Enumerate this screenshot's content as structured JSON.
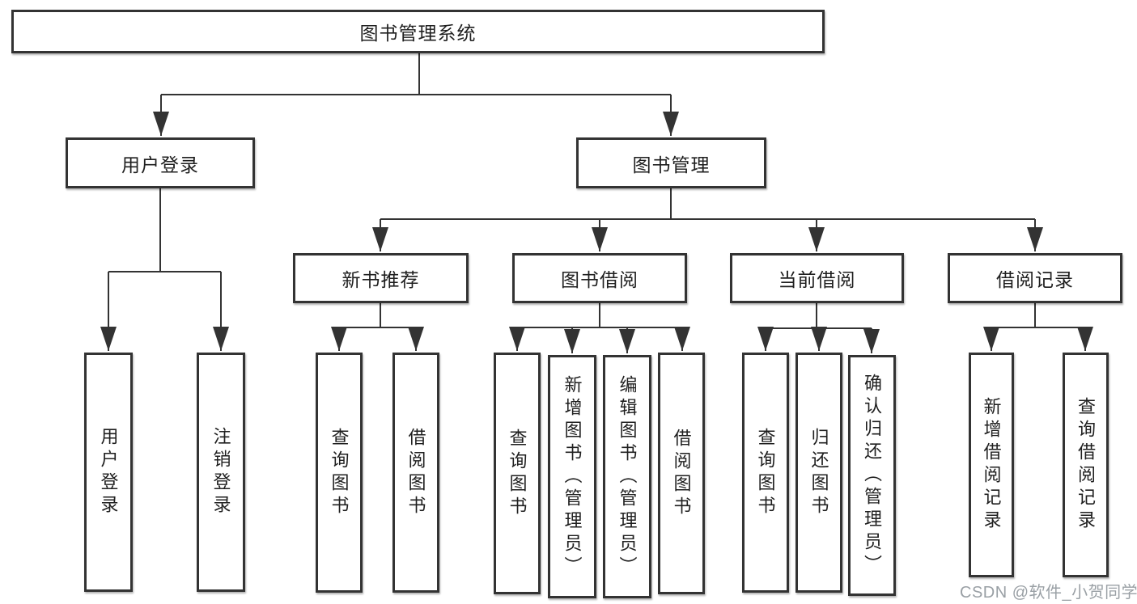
{
  "tree": {
    "root": "图书管理系统",
    "branches": [
      {
        "label": "用户登录",
        "children": [
          "用户登录",
          "注销登录"
        ]
      },
      {
        "label": "图书管理",
        "groups": [
          {
            "label": "新书推荐",
            "children": [
              "查询图书",
              "借阅图书"
            ]
          },
          {
            "label": "图书借阅",
            "children": [
              "查询图书",
              "新增图书（管理员）",
              "编辑图书（管理员）",
              "借阅图书"
            ]
          },
          {
            "label": "当前借阅",
            "children": [
              "查询图书",
              "归还图书",
              "确认归还（管理员）"
            ]
          },
          {
            "label": "借阅记录",
            "children": [
              "新增借阅记录",
              "查询借阅记录"
            ]
          }
        ]
      }
    ]
  },
  "watermark": "CSDN @软件_小贺同学",
  "colors": {
    "line": "#333333",
    "box_border": "#333333",
    "box_fill": "#ffffff",
    "text": "#1f1f1f",
    "watermark": "#9aa0a5",
    "background": "#ffffff"
  }
}
